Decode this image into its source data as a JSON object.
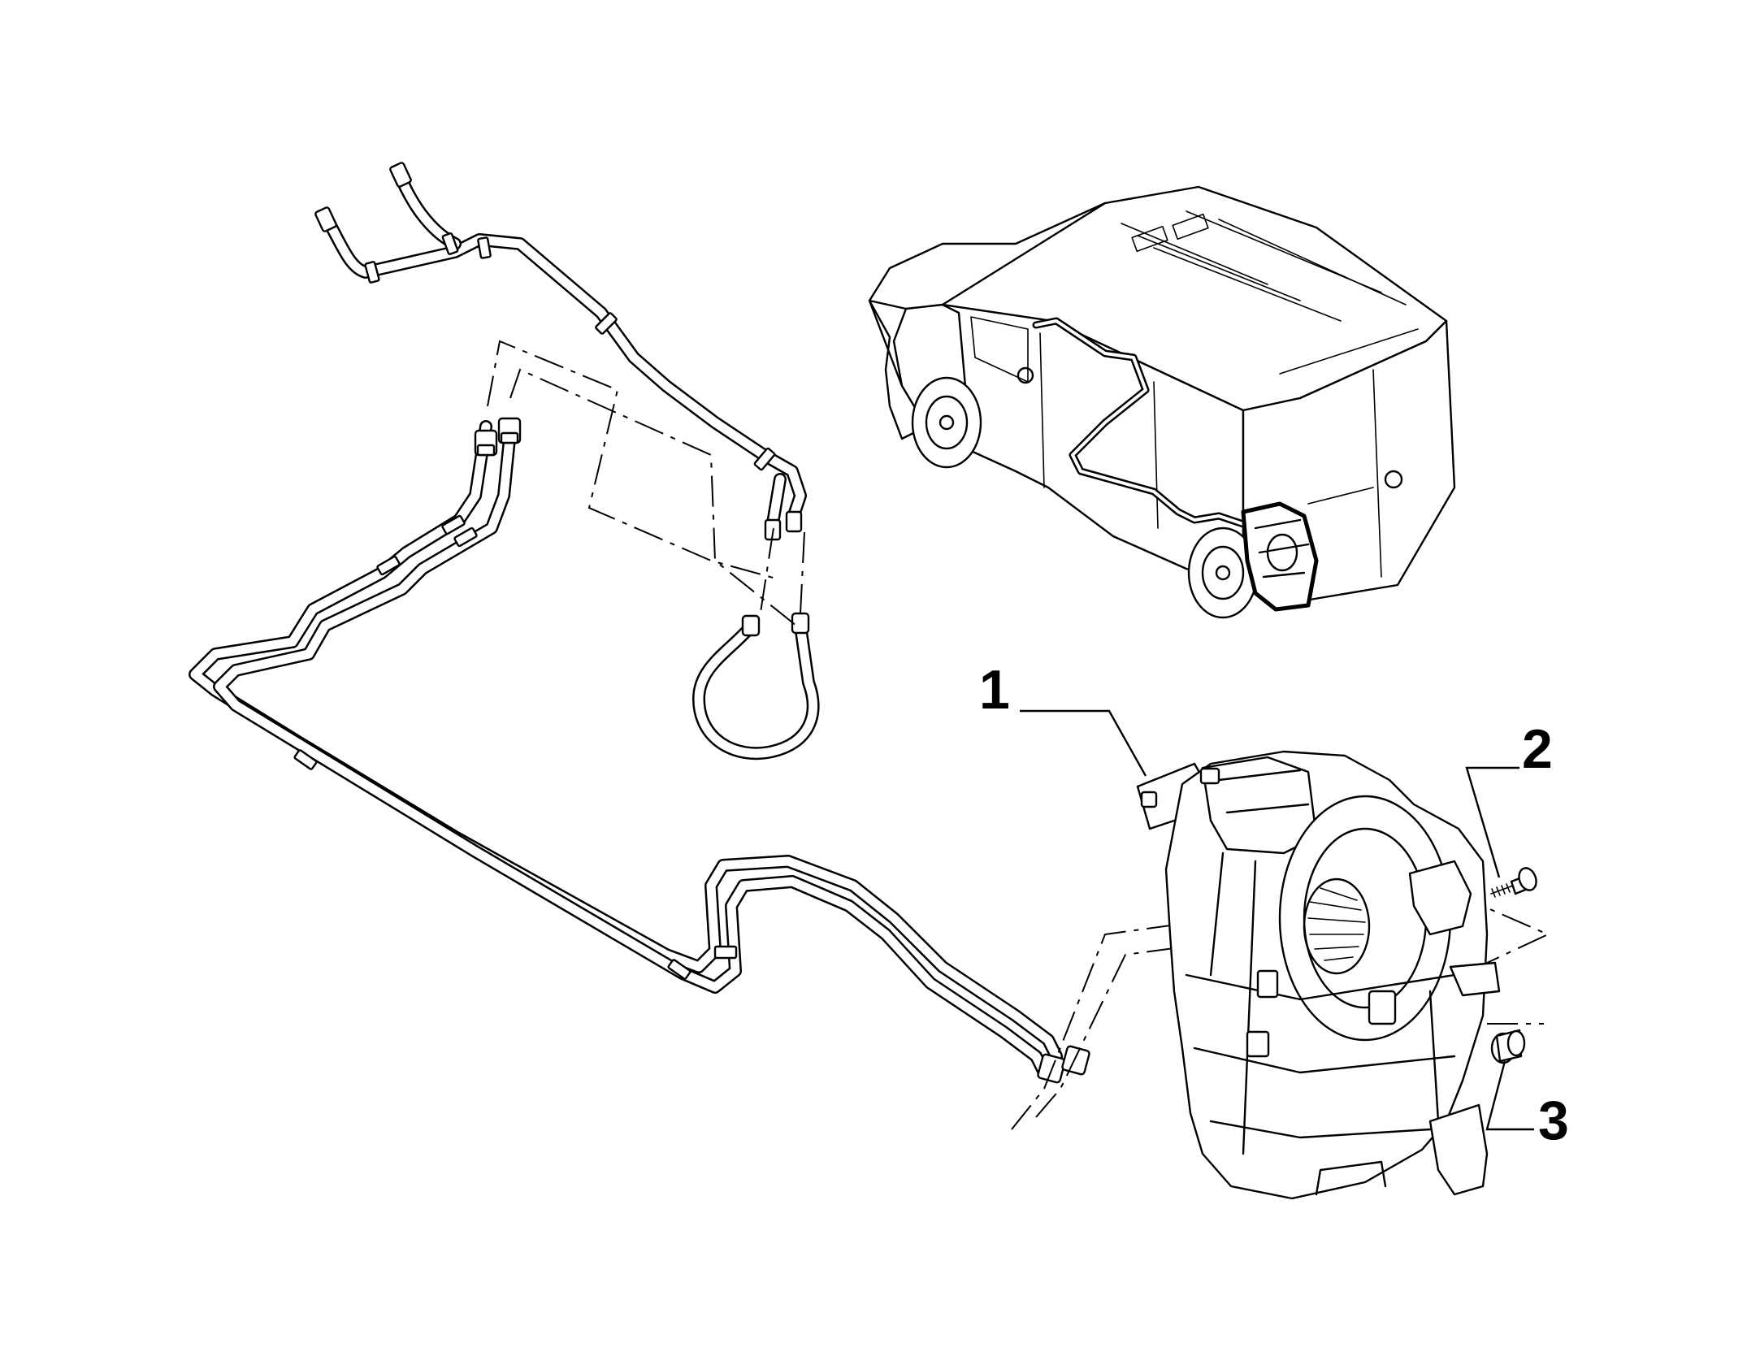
{
  "callouts": [
    {
      "number": "1",
      "part": "heater-blower-unit"
    },
    {
      "number": "2",
      "part": "screw"
    },
    {
      "number": "3",
      "part": "plug-bush"
    }
  ],
  "colors": {
    "line": "#000000",
    "background": "#ffffff"
  }
}
